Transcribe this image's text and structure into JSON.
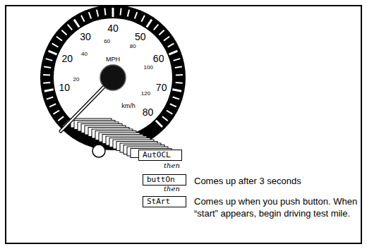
{
  "diagram": {
    "nodes": [
      {
        "text": [
          "AutOCL"
        ]
      },
      {
        "text": [
          "buttOn"
        ]
      },
      {
        "text": [
          "StArt"
        ]
      }
    ],
    "labels": [
      "10",
      "20",
      "30",
      "40",
      "50",
      "60",
      "70",
      "80",
      "20",
      "40",
      "60",
      "80",
      "100",
      "120",
      "MPH",
      "km/h",
      "then",
      "Comes up after 3 seconds",
      "then",
      "Comes up when you push button. When “start” appears, begin driving test mile."
    ]
  }
}
